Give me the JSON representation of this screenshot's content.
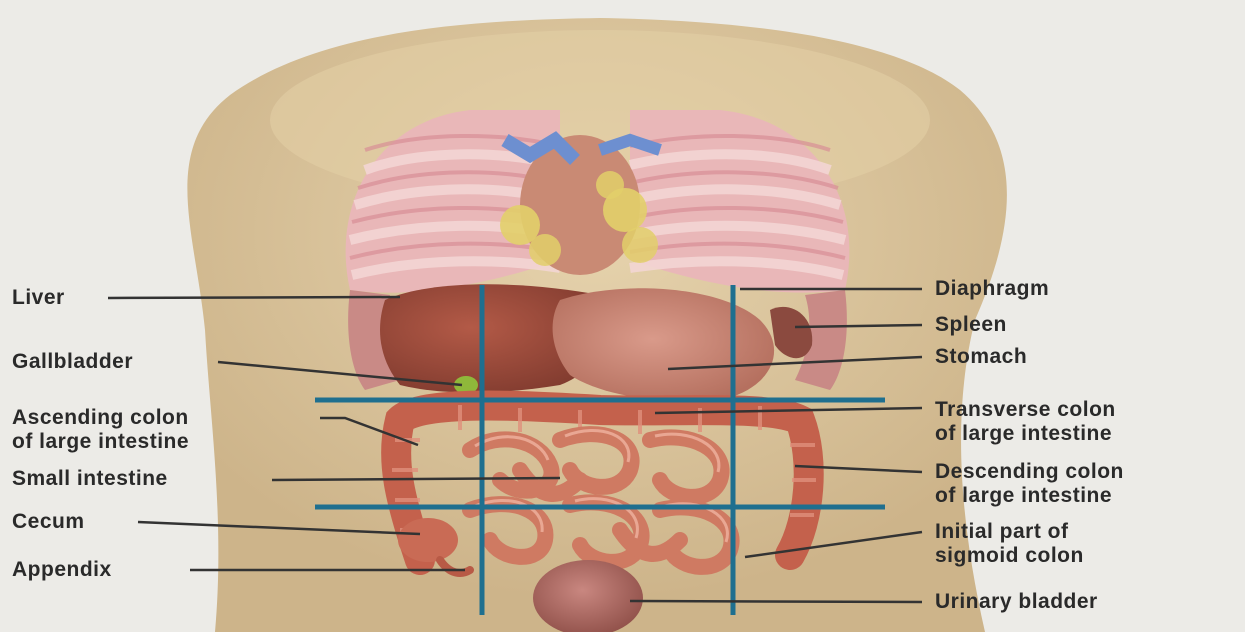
{
  "labels": {
    "left": [
      {
        "id": "liver",
        "text": "Liver"
      },
      {
        "id": "gallbladder",
        "text": "Gallbladder"
      },
      {
        "id": "ascending-colon",
        "text": "Ascending colon\nof large intestine"
      },
      {
        "id": "small-intestine",
        "text": "Small intestine"
      },
      {
        "id": "cecum",
        "text": "Cecum"
      },
      {
        "id": "appendix",
        "text": "Appendix"
      }
    ],
    "right": [
      {
        "id": "diaphragm",
        "text": "Diaphragm"
      },
      {
        "id": "spleen",
        "text": "Spleen"
      },
      {
        "id": "stomach",
        "text": "Stomach"
      },
      {
        "id": "transverse-colon",
        "text": "Transverse colon\nof large intestine"
      },
      {
        "id": "descending-colon",
        "text": "Descending colon\nof large intestine"
      },
      {
        "id": "sigmoid-colon",
        "text": "Initial part of\nsigmoid colon"
      },
      {
        "id": "urinary-bladder",
        "text": "Urinary bladder"
      }
    ]
  },
  "colors": {
    "region_lines": "#1f6f8f",
    "leader_lines": "#333333",
    "skin": "#d9c39a",
    "lung": "#e8a0ad",
    "liver": "#9c4a3c",
    "intestine": "#c9705a",
    "bladder": "#b06a63",
    "gallbladder": "#8fb83a",
    "vessel_blue": "#6d8fd0",
    "fat_yellow": "#e2cf6a"
  }
}
